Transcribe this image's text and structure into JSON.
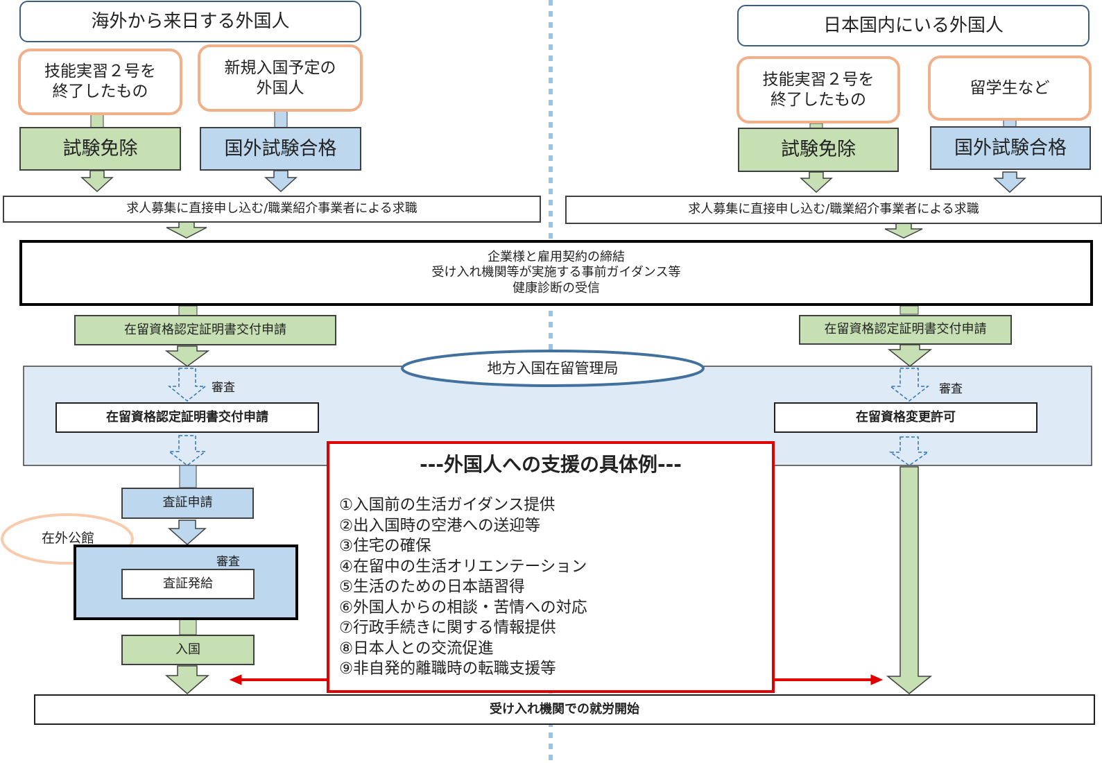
{
  "left": {
    "header": "海外から来日する外国人",
    "group_a": "技能実習２号を\n終了したもの",
    "group_b": "新規入国予定の\n外国人",
    "exempt": "試験免除",
    "overseas_exam": "国外試験合格",
    "job_search": "求人募集に直接申し込む/職業紹介事業者による求職",
    "coe_apply": "在留資格認定証明書交付申請",
    "review": "審査",
    "coe_decision": "在留資格認定証明書交付申請",
    "visa_apply": "査証申請",
    "embassy": "在外公館",
    "review2": "審査",
    "visa_issue": "査証発給",
    "entry": "入国"
  },
  "right": {
    "header": "日本国内にいる外国人",
    "group_a": "技能実習２号を\n終了したもの",
    "group_b": "留学生など",
    "exempt": "試験免除",
    "overseas_exam": "国外試験合格",
    "job_search": "求人募集に直接申し込む/職業紹介事業者による求職",
    "coe_apply": "在留資格認定証明書交付申請",
    "review": "審査",
    "change_permit": "在留資格変更許可"
  },
  "common": {
    "contract_lines": [
      "企業様と雇用契約の締結",
      "受け入れ機関等が実施する事前ガイダンス等",
      "健康診断の受信"
    ],
    "bureau": "地方入国在留管理局",
    "start_work": "受け入れ機関での就労開始"
  },
  "support": {
    "title": "---外国人への支援の具体例---",
    "items": [
      "①入国前の生活ガイダンス提供",
      "②出入国時の空港への送迎等",
      "③住宅の確保",
      "④在留中の生活オリエンテーション",
      "⑤生活のための日本語習得",
      "⑥外国人からの相談・苦情への対応",
      "⑦行政手続きに関する情報提供",
      "⑧日本人との交流促進",
      "⑨非自発的離職時の転職支援等"
    ]
  },
  "colors": {
    "green": "#c6e0b4",
    "blue": "#bdd7ee",
    "orange_border": "#f2b08a",
    "red": "#e00000",
    "bureau_bg": "#deebf7",
    "divider": "#9dc3e6"
  }
}
